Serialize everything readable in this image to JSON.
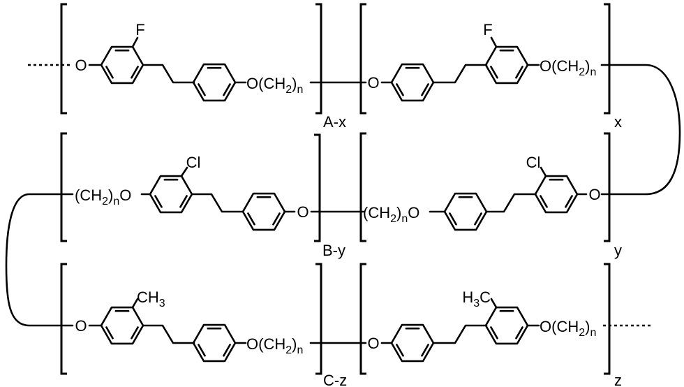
{
  "title": "Copolymer repeat units with F, Cl and CH3 substituted mesogens",
  "colors": {
    "line": "#000000",
    "background": "#ffffff"
  },
  "rows": [
    {
      "left": {
        "oxygen": "O",
        "substituent": [
          "F"
        ],
        "linker": [
          "O(CH",
          "2",
          ")",
          "n"
        ],
        "repeat_label": "A-x"
      },
      "right": {
        "oxygen": "O",
        "substituent": [
          "F"
        ],
        "linker": [
          "O(CH",
          "2",
          ")",
          "n"
        ],
        "repeat_label": "x"
      }
    },
    {
      "left": {
        "oxygen": "O",
        "substituent": [
          "Cl"
        ],
        "linker": [
          "(CH",
          "2",
          ")",
          "n",
          "O"
        ],
        "repeat_label": "B-y"
      },
      "right": {
        "oxygen": "O",
        "substituent": [
          "Cl"
        ],
        "linker": [
          "(CH",
          "2",
          ")",
          "n",
          "O"
        ],
        "repeat_label": "y"
      }
    },
    {
      "left": {
        "oxygen": "O",
        "substituent": [
          "CH",
          "3"
        ],
        "linker": [
          "O(CH",
          "2",
          ")",
          "n"
        ],
        "repeat_label": "C-z"
      },
      "right": {
        "oxygen": "O",
        "substituent": [
          "H",
          "3",
          "C"
        ],
        "linker": [
          "O(CH",
          "2",
          ")",
          "n"
        ],
        "repeat_label": "z"
      }
    }
  ]
}
